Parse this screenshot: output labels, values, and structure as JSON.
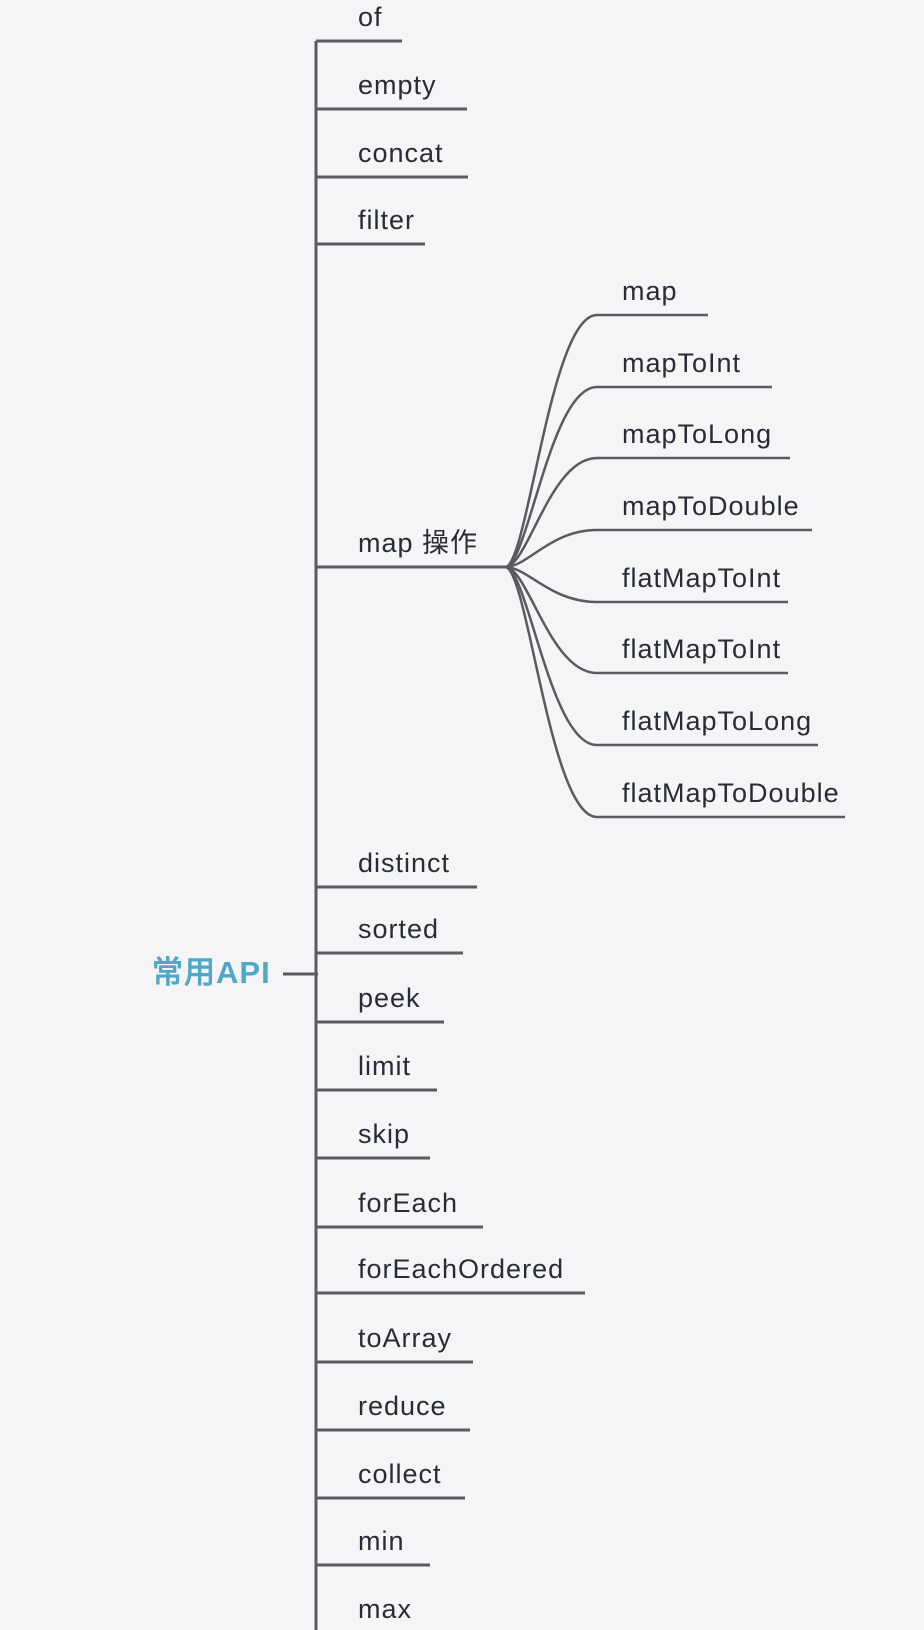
{
  "page": {
    "background_color": "#f5f5f8",
    "line_color": "#5b5b5f",
    "text_color": "#282c37",
    "root_color": "#4fa8c6"
  },
  "mindmap": {
    "root": {
      "label": "常用API"
    },
    "branches": [
      {
        "label": "of"
      },
      {
        "label": "empty"
      },
      {
        "label": "concat"
      },
      {
        "label": "filter"
      },
      {
        "label": "map 操作",
        "children": [
          {
            "label": "map"
          },
          {
            "label": "mapToInt"
          },
          {
            "label": "mapToLong"
          },
          {
            "label": "mapToDouble"
          },
          {
            "label": "flatMapToInt"
          },
          {
            "label": "flatMapToInt"
          },
          {
            "label": "flatMapToLong"
          },
          {
            "label": "flatMapToDouble"
          }
        ]
      },
      {
        "label": "distinct"
      },
      {
        "label": "sorted"
      },
      {
        "label": "peek"
      },
      {
        "label": "limit"
      },
      {
        "label": "skip"
      },
      {
        "label": "forEach"
      },
      {
        "label": "forEachOrdered"
      },
      {
        "label": "toArray"
      },
      {
        "label": "reduce"
      },
      {
        "label": "collect"
      },
      {
        "label": "min"
      },
      {
        "label": "max"
      }
    ]
  }
}
